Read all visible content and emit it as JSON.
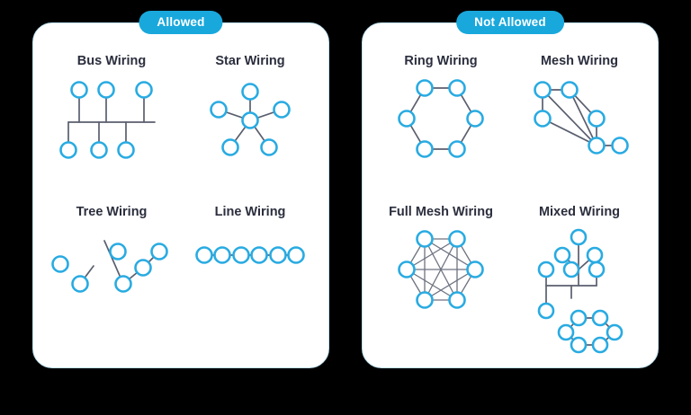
{
  "page": {
    "background_color": "#000000",
    "accent_color": "#19A8DC",
    "node_color": "#29ABE2",
    "edge_color": "#5a5f6e",
    "title_color": "#2b2e3d"
  },
  "panels": [
    {
      "badge_label": "Allowed",
      "items": [
        {
          "title": "Bus Wiring",
          "icon": "bus-wiring-diagram"
        },
        {
          "title": "Star Wiring",
          "icon": "star-wiring-diagram"
        },
        {
          "title": "Tree Wiring",
          "icon": "tree-wiring-diagram"
        },
        {
          "title": "Line Wiring",
          "icon": "line-wiring-diagram"
        }
      ]
    },
    {
      "badge_label": "Not Allowed",
      "items": [
        {
          "title": "Ring Wiring",
          "icon": "ring-wiring-diagram"
        },
        {
          "title": "Mesh Wiring",
          "icon": "mesh-wiring-diagram"
        },
        {
          "title": "Full Mesh Wiring",
          "icon": "full-mesh-wiring-diagram"
        },
        {
          "title": "Mixed Wiring",
          "icon": "mixed-wiring-diagram"
        }
      ]
    }
  ]
}
